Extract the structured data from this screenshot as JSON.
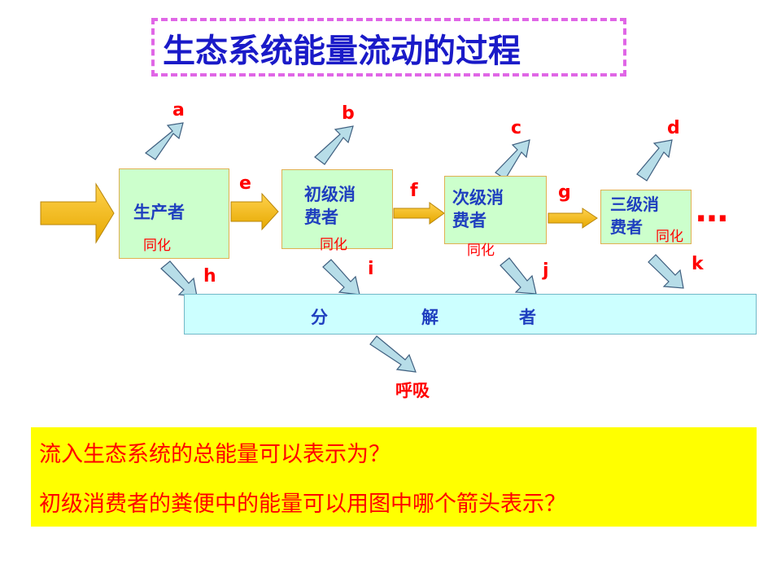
{
  "title": "生态系统能量流动的过程",
  "nodes": {
    "producer": {
      "label": "生产者",
      "assimilation": "同化"
    },
    "primary": {
      "line1": "初级消",
      "line2": "费者",
      "assimilation": "同化"
    },
    "secondary": {
      "line1": "次级消",
      "line2": "费者",
      "assimilation": "同化"
    },
    "tertiary": {
      "line1": "三级消",
      "line2": "费者",
      "assimilation": "同化"
    }
  },
  "arrow_labels": {
    "a": "a",
    "b": "b",
    "c": "c",
    "d": "d",
    "e": "e",
    "f": "f",
    "g": "g",
    "h": "h",
    "i": "i",
    "j": "j",
    "k": "k"
  },
  "ellipsis": "…",
  "decomposer": {
    "char1": "分",
    "char2": "解",
    "char3": "者"
  },
  "respiration": "呼吸",
  "questions": [
    "流入生态系统的总能量可以表示为？",
    "初级消费者的粪便中的能量可以用图中哪个箭头表示？"
  ],
  "colors": {
    "title": "#1a1ac8",
    "node_fill": "#ccffcc",
    "decomposer_fill": "#ccffff",
    "label_red": "#ff0000",
    "question_bg": "#ffff00",
    "arrow_flow": "#ffc000",
    "arrow_loss": "#b7dde8"
  }
}
